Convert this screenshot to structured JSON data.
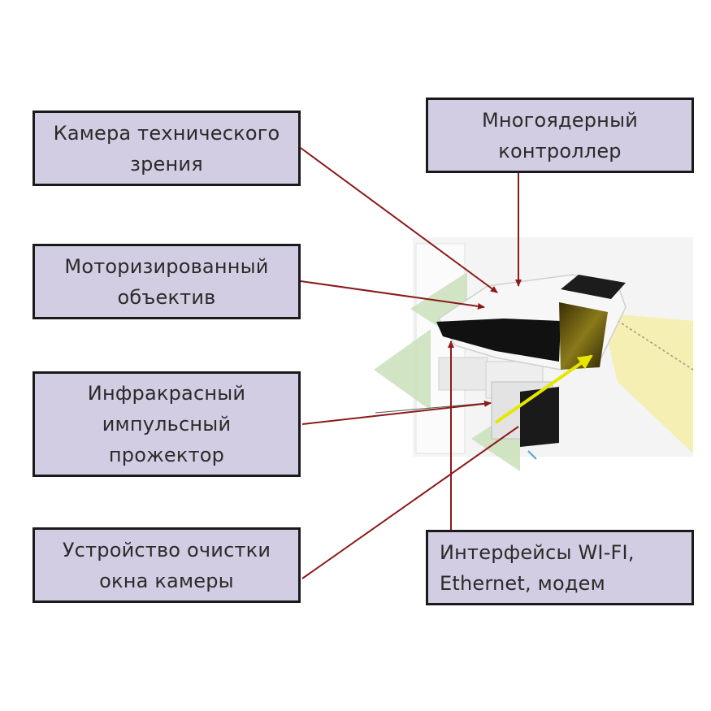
{
  "labels": {
    "machine_vision_camera": "Камера технического\nзрения",
    "multicore_controller": "Многоядерный\nконтроллер",
    "motorized_lens": "Моторизированный\nобъектив",
    "ir_pulse_projector": "Инфракрасный\nимпульсный\nпрожектор",
    "window_cleaning_device": "Устройство очистки\nокна камеры",
    "interfaces": "Интерфейсы WI-FI,\nEthernet, модем"
  },
  "colors": {
    "box_fill": "#d3cde3",
    "box_border": "#1a1a1a",
    "arrow": "#8b1a1a",
    "beam_arrow": "#e6e600",
    "ir_beam": "#f5efb3",
    "decor_green": "#c9dfb9"
  },
  "illustration": {
    "subject": "camera-housing-icon"
  }
}
